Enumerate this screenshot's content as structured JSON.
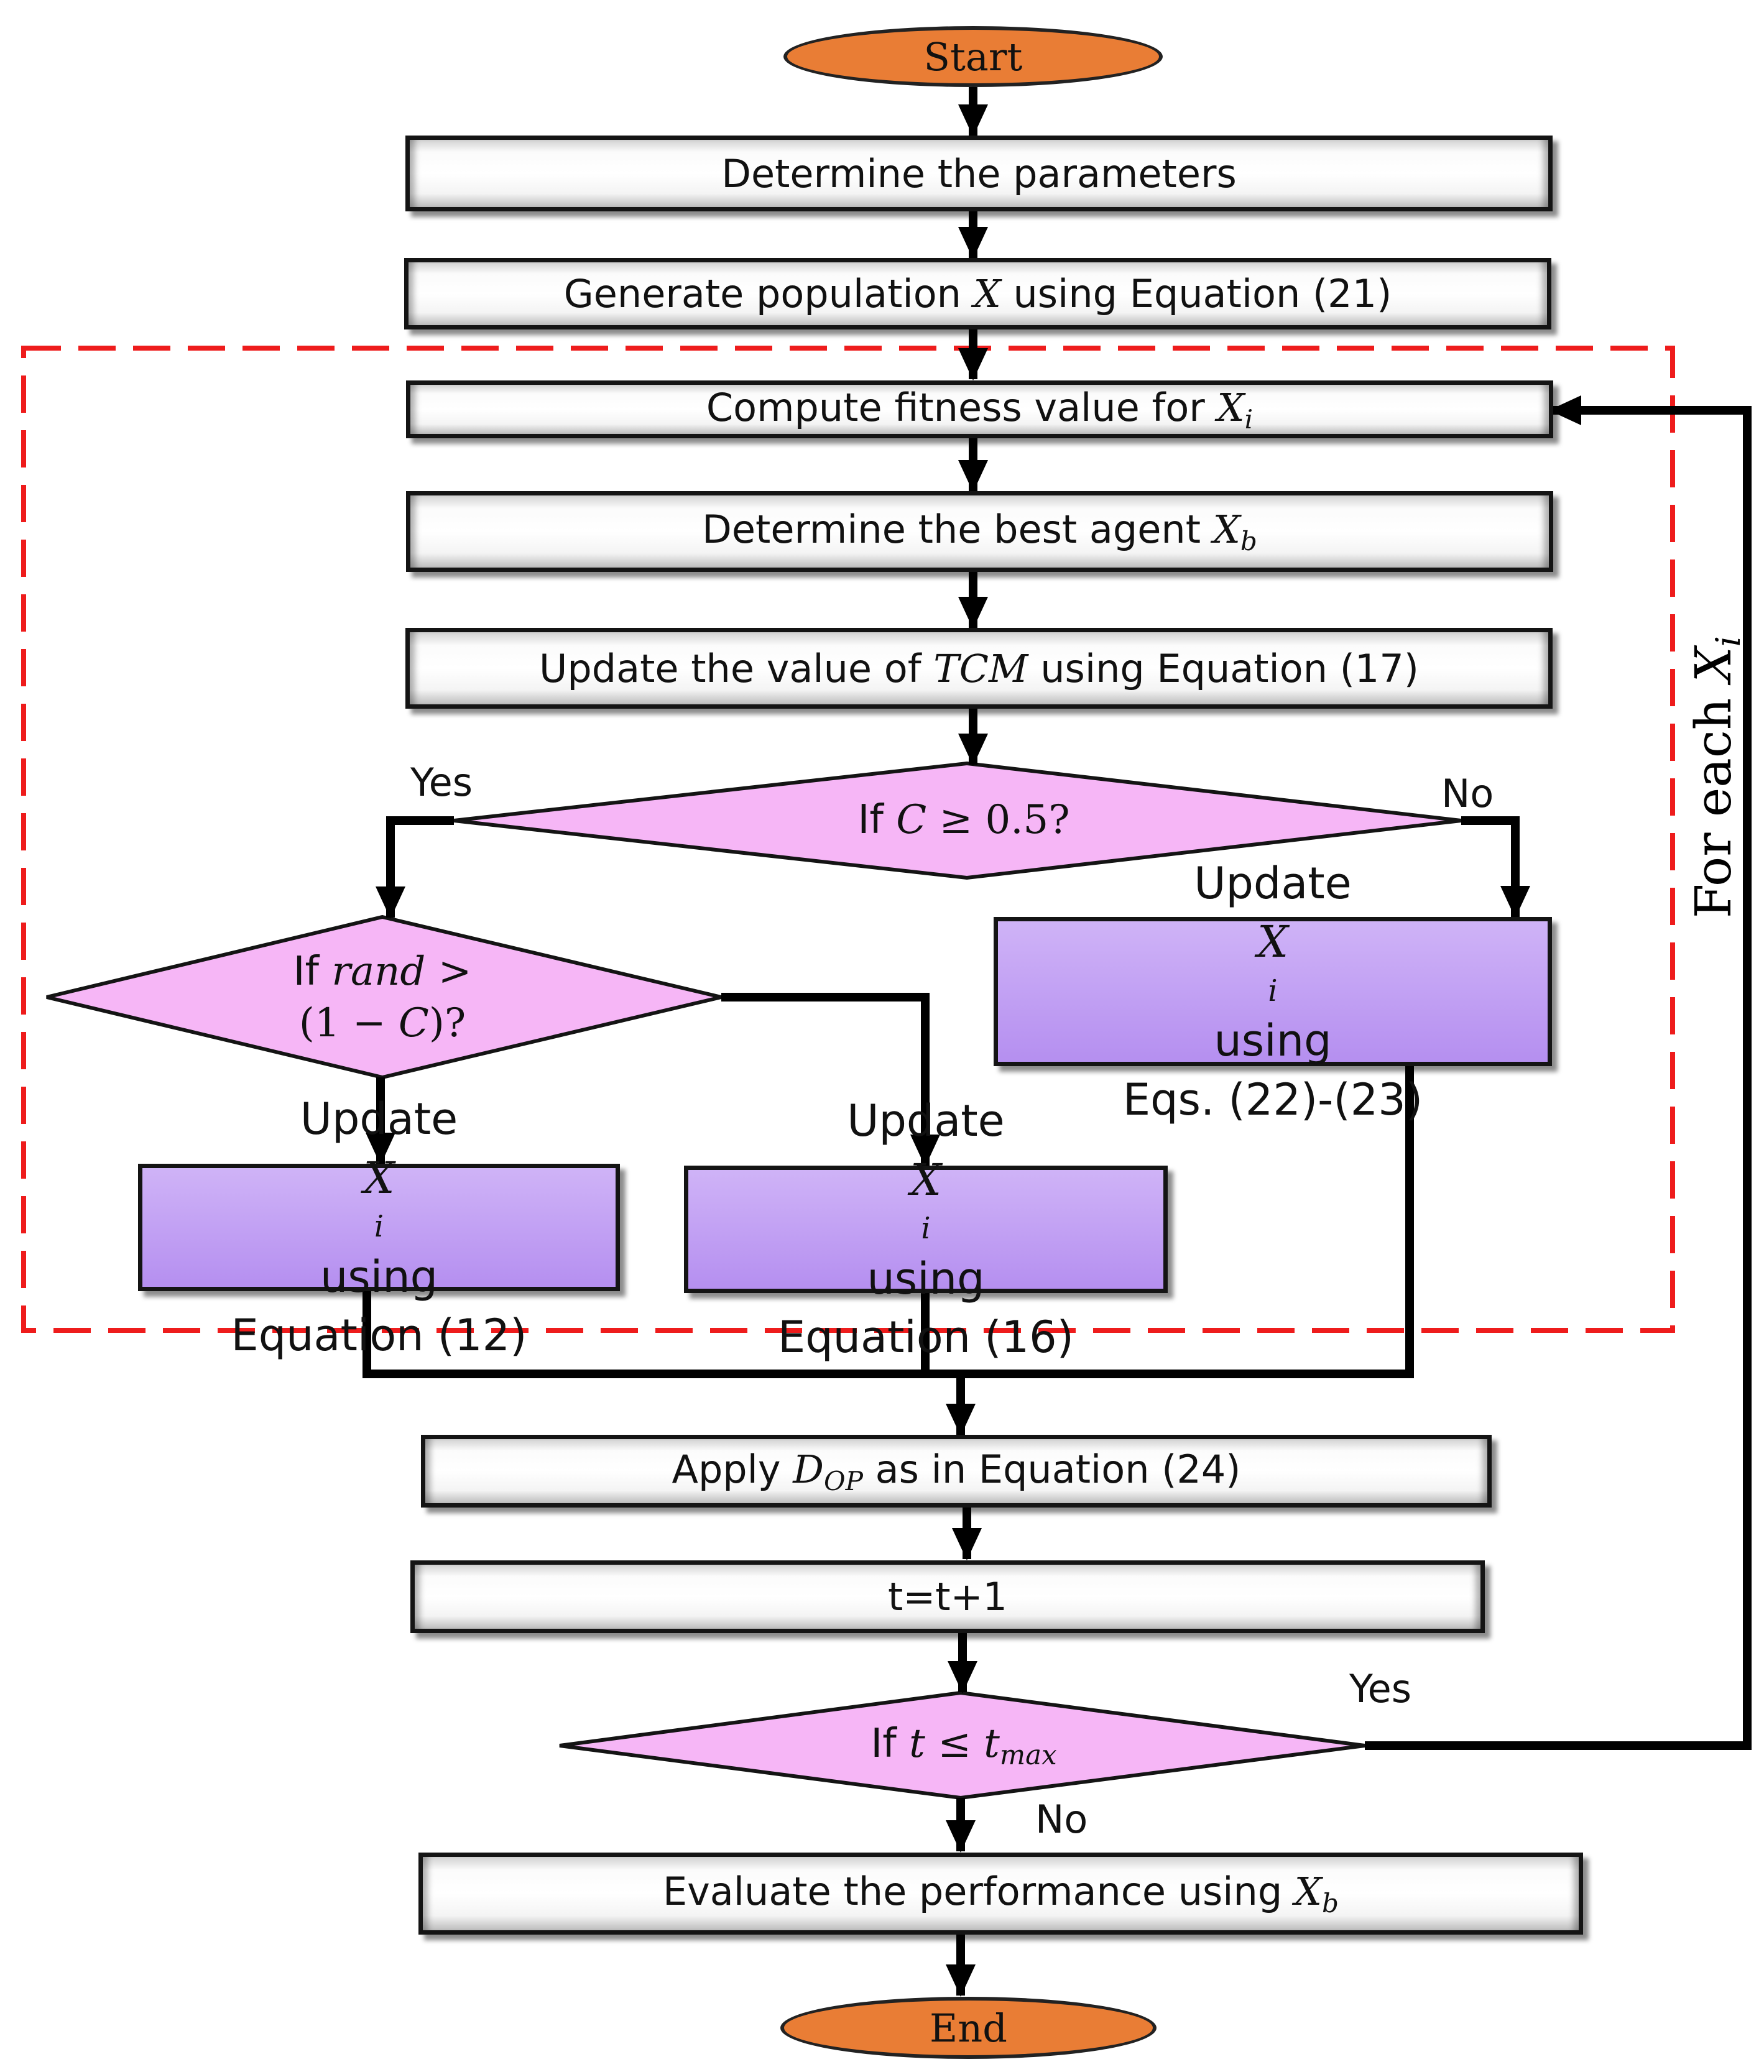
{
  "colors": {
    "terminal_fill": "#e97d35",
    "process_fill": "#f2f2f2",
    "update_fill": "#c2a0f5",
    "decision_fill": "#f6b6f6",
    "loop_border": "#ee1c1c",
    "line": "#000000"
  },
  "nodes": {
    "start": "Start",
    "end": "End",
    "determine_params": "Determine the parameters",
    "generate_population": {
      "pre": "Generate population",
      "var": "X",
      "post": "using Equation (21)"
    },
    "compute_fitness": {
      "pre": "Compute fitness value for",
      "var": "X",
      "sub": "i"
    },
    "determine_best": {
      "pre": "Determine the best agent",
      "var": "X",
      "sub": "b"
    },
    "update_tcm": {
      "pre": "Update the value of",
      "var": "TCM",
      "post": "using Equation (17)"
    },
    "decision_c": {
      "pre": "If",
      "var": "C",
      "op": "≥ 0.5?"
    },
    "decision_rand": {
      "pre": "If",
      "var": "rand",
      "op": ">",
      "line2_open": "(1 −",
      "line2_var": "C",
      "line2_close": ")?"
    },
    "update_eq12": {
      "line1_pre": "Update",
      "var": "X",
      "sub": "i",
      "line1_post": "using",
      "line2": "Equation (12)"
    },
    "update_eq16": {
      "line1_pre": "Update",
      "var": "X",
      "sub": "i",
      "line1_post": "using",
      "line2": "Equation (16)"
    },
    "update_eq22": {
      "line1_pre": "Update",
      "var": "X",
      "sub": "i",
      "line1_post": "using",
      "line2": "Eqs. (22)-(23)"
    },
    "apply_dop": {
      "pre": "Apply",
      "var": "D",
      "sub": "OP",
      "post": "as in Equation (24)"
    },
    "increment": "t=t+1",
    "decision_t": {
      "pre": "If",
      "var": "t",
      "op": "≤",
      "var2": "t",
      "sub": "max"
    },
    "evaluate": {
      "pre": "Evaluate the performance using",
      "var": "X",
      "sub": "b"
    }
  },
  "labels": {
    "yes_c": "Yes",
    "no_c": "No",
    "yes_t": "Yes",
    "no_t": "No",
    "loop": {
      "pre": "For each",
      "var": "X",
      "sub": "i"
    }
  }
}
